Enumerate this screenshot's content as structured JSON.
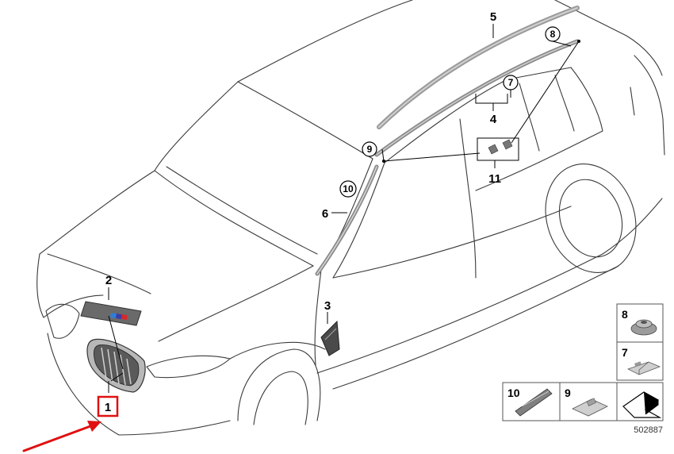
{
  "callouts": {
    "p1": "1",
    "p2": "2",
    "p3": "3",
    "p4": "4",
    "p5": "5",
    "p6": "6",
    "p7": "7",
    "p8": "8",
    "p9": "9",
    "p10": "10",
    "p11": "11"
  },
  "thumbnails": {
    "t8": "8",
    "t7": "7",
    "t10": "10",
    "t9": "9"
  },
  "reference_number": "502887",
  "colors": {
    "highlight": "#e01010",
    "arrow": "#e01010",
    "line": "#3a3a3a"
  }
}
